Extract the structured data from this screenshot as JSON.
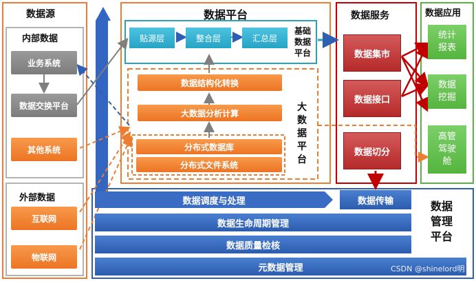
{
  "data_sources": {
    "title": "数据源",
    "internal_title": "内部数据",
    "business_system": "业务系统",
    "exchange_platform": "数据交换平台",
    "other_systems": "其他系统",
    "external_title": "外部数据",
    "internet": "互联网",
    "iot": "物联网"
  },
  "data_platform": {
    "title": "数据平台",
    "base_layers": [
      "贴源层",
      "整合层",
      "汇总层"
    ],
    "base_label": [
      "基础",
      "数据",
      "平台"
    ],
    "big_data_modules": [
      "数据结构化转换",
      "大数据分析计算",
      "分布式数据库",
      "分布式文件系统"
    ],
    "big_data_label": [
      "大",
      "数",
      "据",
      "平",
      "台"
    ]
  },
  "data_services": {
    "title": "数据服务",
    "items": [
      "数据集市",
      "数据接口",
      "数据切分"
    ]
  },
  "data_applications": {
    "title": "数据应用",
    "items": [
      [
        "统计",
        "报表"
      ],
      [
        "数据",
        "挖掘"
      ],
      [
        "高管",
        "驾驶",
        "舱"
      ]
    ]
  },
  "management": {
    "bars": [
      "数据调度与处理",
      "数据传输",
      "数据生命周期管理",
      "数据质量检核",
      "元数据管理"
    ],
    "label": [
      "数据",
      "管理",
      "平台"
    ]
  },
  "watermark": "CSDN @shinelord明",
  "colors": {
    "orange": "#ed7d31",
    "blue": "#2f5fb3",
    "teal": "#2aa0be",
    "red": "#c00000",
    "green": "#58b442",
    "gray": "#8c8c8c"
  }
}
